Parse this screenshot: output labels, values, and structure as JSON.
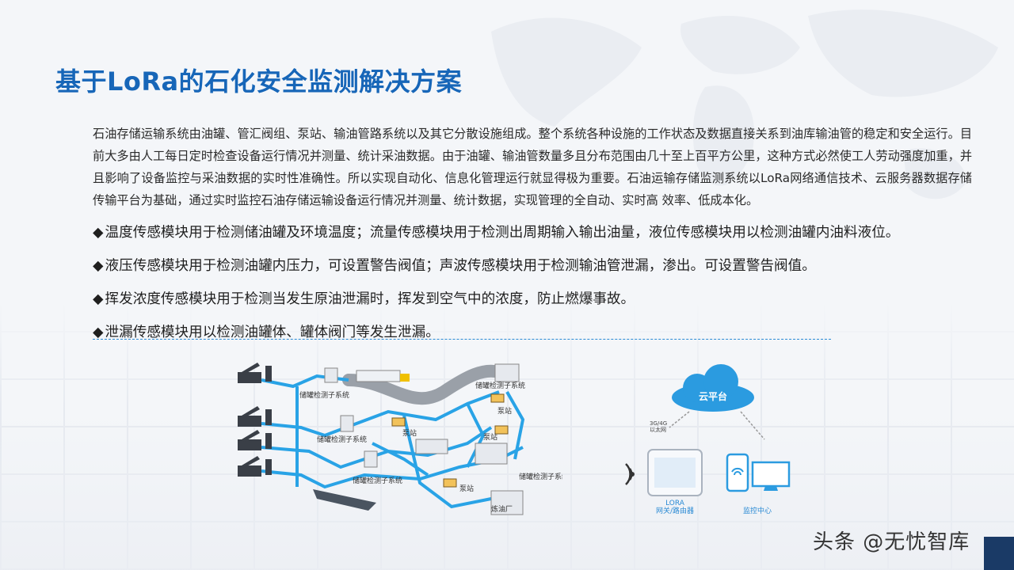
{
  "title": "基于LoRa的石化安全监测解决方案",
  "intro": "石油存储运输系统由油罐、管汇阀组、泵站、输油管路系统以及其它分散设施组成。整个系统各种设施的工作状态及数据直接关系到油库输油管的稳定和安全运行。目前大多由人工每日定时检查设备运行情况并测量、统计采油数据。由于油罐、输油管数量多且分布范围由几十至上百平方公里，这种方式必然使工人劳动强度加重，并且影响了设备监控与采油数据的实时性准确性。所以实现自动化、信息化管理运行就显得极为重要。石油运输存储监测系统以LoRa网络通信技术、云服务器数据存储传输平台为基础，通过实时监控石油存储运输设备运行情况并测量、统计数据，实现管理的全自动、实时高  效率、低成本化。",
  "bullets": [
    {
      "mark": "◆",
      "text": "温度传感模块用于检测储油罐及环境温度；流量传感模块用于检测出周期输入输出油量，液位传感模块用以检测油罐内油料液位。"
    },
    {
      "mark": "◆",
      "text": "液压传感模块用于检测油罐内压力，可设置警告阀值；声波传感模块用于检测输油管泄漏，渗出。可设置警告阀值。"
    },
    {
      "mark": "◆",
      "text": "挥发浓度传感模块用于检测当发生原油泄漏时，挥发到空气中的浓度，防止燃爆事故。"
    },
    {
      "mark": "◆",
      "text": "泄漏传感模块用以检测油罐体、罐体阀门等发生泄漏。"
    }
  ],
  "diagram": {
    "labels": {
      "sensor_a": "储罐检测子系统",
      "sensor_b": "储罐检测子系统",
      "sensor_c": "储罐检测子系统",
      "sensor_d": "储罐检测子系统",
      "sensor_e": "储罐检测子系统",
      "pump1": "泵站",
      "pump2": "泵站",
      "pump3": "泵站",
      "pump4": "泵站",
      "refinery": "炼油厂"
    },
    "cloud": "云平台",
    "network": "3G/4G\n以太网",
    "network_line1": "3G/4G",
    "network_line2": "以太网",
    "gateway_name": "LORA",
    "gateway_sub": "网关/路由器",
    "monitor": "监控中心"
  },
  "colors": {
    "title": "#1766b8",
    "pipe": "#29a3e6",
    "cloud": "#2b9be0",
    "corner": "#1a3a66"
  },
  "watermark": "头条 @无忧智库"
}
